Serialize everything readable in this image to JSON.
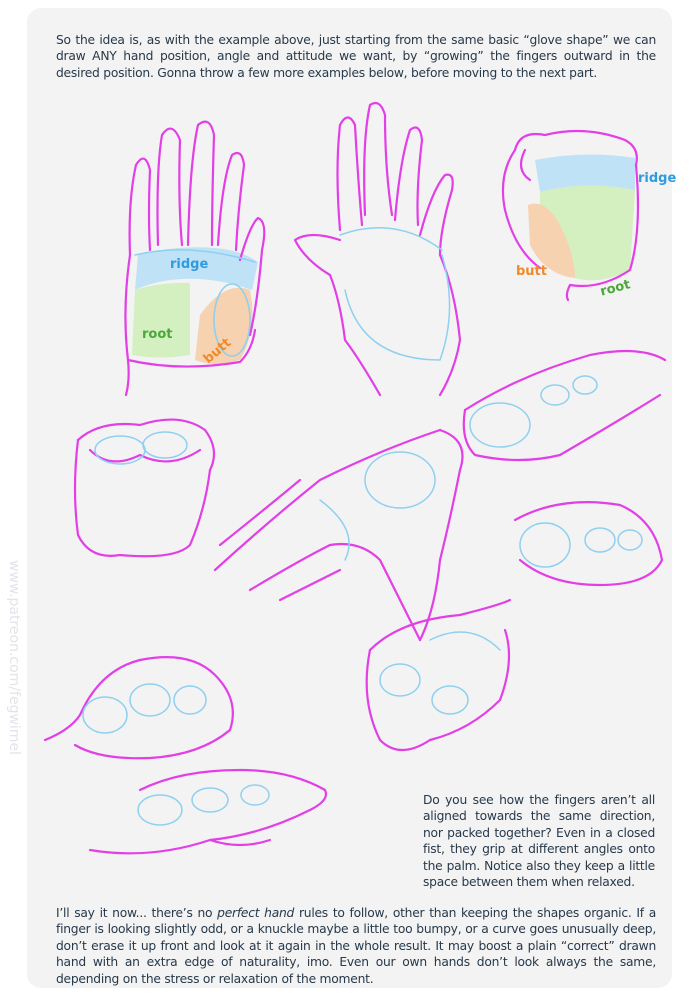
{
  "intro": "So the idea is, as with the example above, just starting from the same basic “glove shape” we can draw ANY hand position, angle and attitude we want, by “growing” the fingers outward in the desired position. Gonna throw a few more examples below, before moving to the next part.",
  "labels": {
    "ridge": "ridge",
    "root": "root",
    "butt": "butt"
  },
  "note": "Do you see how the fingers aren’t all aligned towards the same direction, nor packed together? Even in a closed fist, they grip at different angles onto the palm. Notice also they keep a little space between them when relaxed.",
  "outro": {
    "before": "I’ll say it now... there’s no ",
    "emphasis": "perfect hand",
    "after": " rules to follow, other than keeping the shapes organic. If a finger is looking slightly odd, or a knuckle maybe a little too bumpy, or a curve goes unusually deep, don’t erase it up front and look at it again in the whole result. It may boost a plain “correct” drawn hand with an extra edge of naturality, imo. Even our own hands don’t look always the same, depending on the stress or relaxation of the moment."
  },
  "watermark": "www.patreon.com/fegwimel",
  "colors": {
    "line": "#e23fe6",
    "construct": "#8fd0f0",
    "ridge": "#bfe2f6",
    "root": "#d4efc0",
    "butt": "#f6d2b0",
    "ridge_text": "#2f9be0",
    "root_text": "#4aa83a",
    "butt_text": "#f08a2a"
  }
}
